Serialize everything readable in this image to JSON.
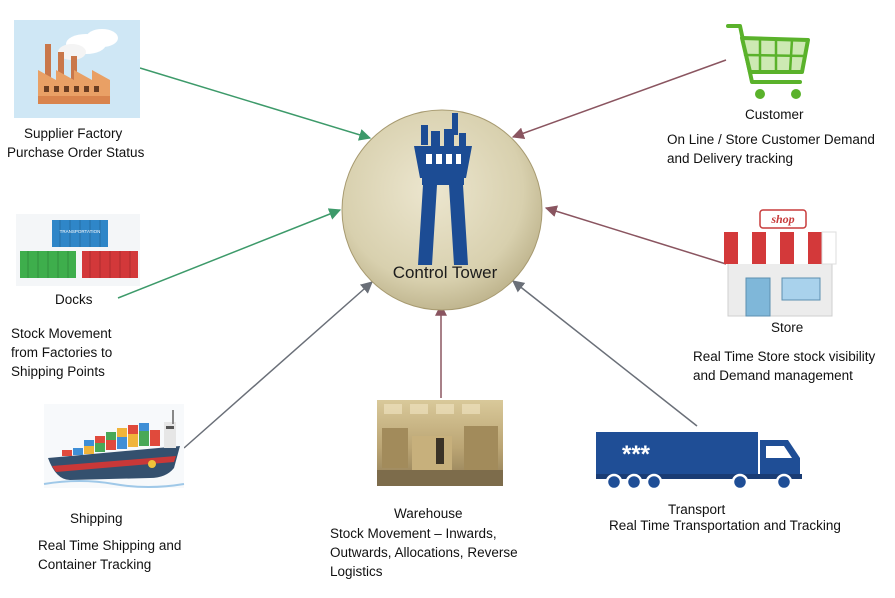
{
  "center": {
    "label": "Control Tower"
  },
  "nodes": {
    "supplier": {
      "title": "Supplier Factory",
      "desc": "Purchase Order Status"
    },
    "customer": {
      "title": "Customer",
      "desc_lines": [
        "On Line / Store Customer Demand",
        "and Delivery tracking"
      ]
    },
    "docks": {
      "title": "Docks",
      "desc_lines": [
        "Stock Movement",
        "from Factories to",
        "Shipping Points"
      ],
      "container_text": "TRANSPORTATION"
    },
    "store": {
      "title": "Store",
      "desc_lines": [
        "Real Time Store stock visibility",
        "and Demand management"
      ],
      "sign": "shop"
    },
    "shipping": {
      "title": "Shipping",
      "desc_lines": [
        "Real Time Shipping and",
        "Container Tracking"
      ]
    },
    "warehouse": {
      "title": "Warehouse",
      "desc_lines": [
        "Stock Movement – Inwards,",
        "Outwards, Allocations, Reverse",
        "Logistics"
      ]
    },
    "transport": {
      "title": "Transport",
      "desc": "Real Time Transportation and Tracking",
      "truck_text": "***"
    }
  },
  "colors": {
    "green_arrow": "#3d9a6a",
    "maroon_arrow": "#8a5560",
    "gray_arrow": "#6a6f78",
    "tower_blue": "#1c4c94",
    "circle_fill": "#d8d0ae"
  }
}
